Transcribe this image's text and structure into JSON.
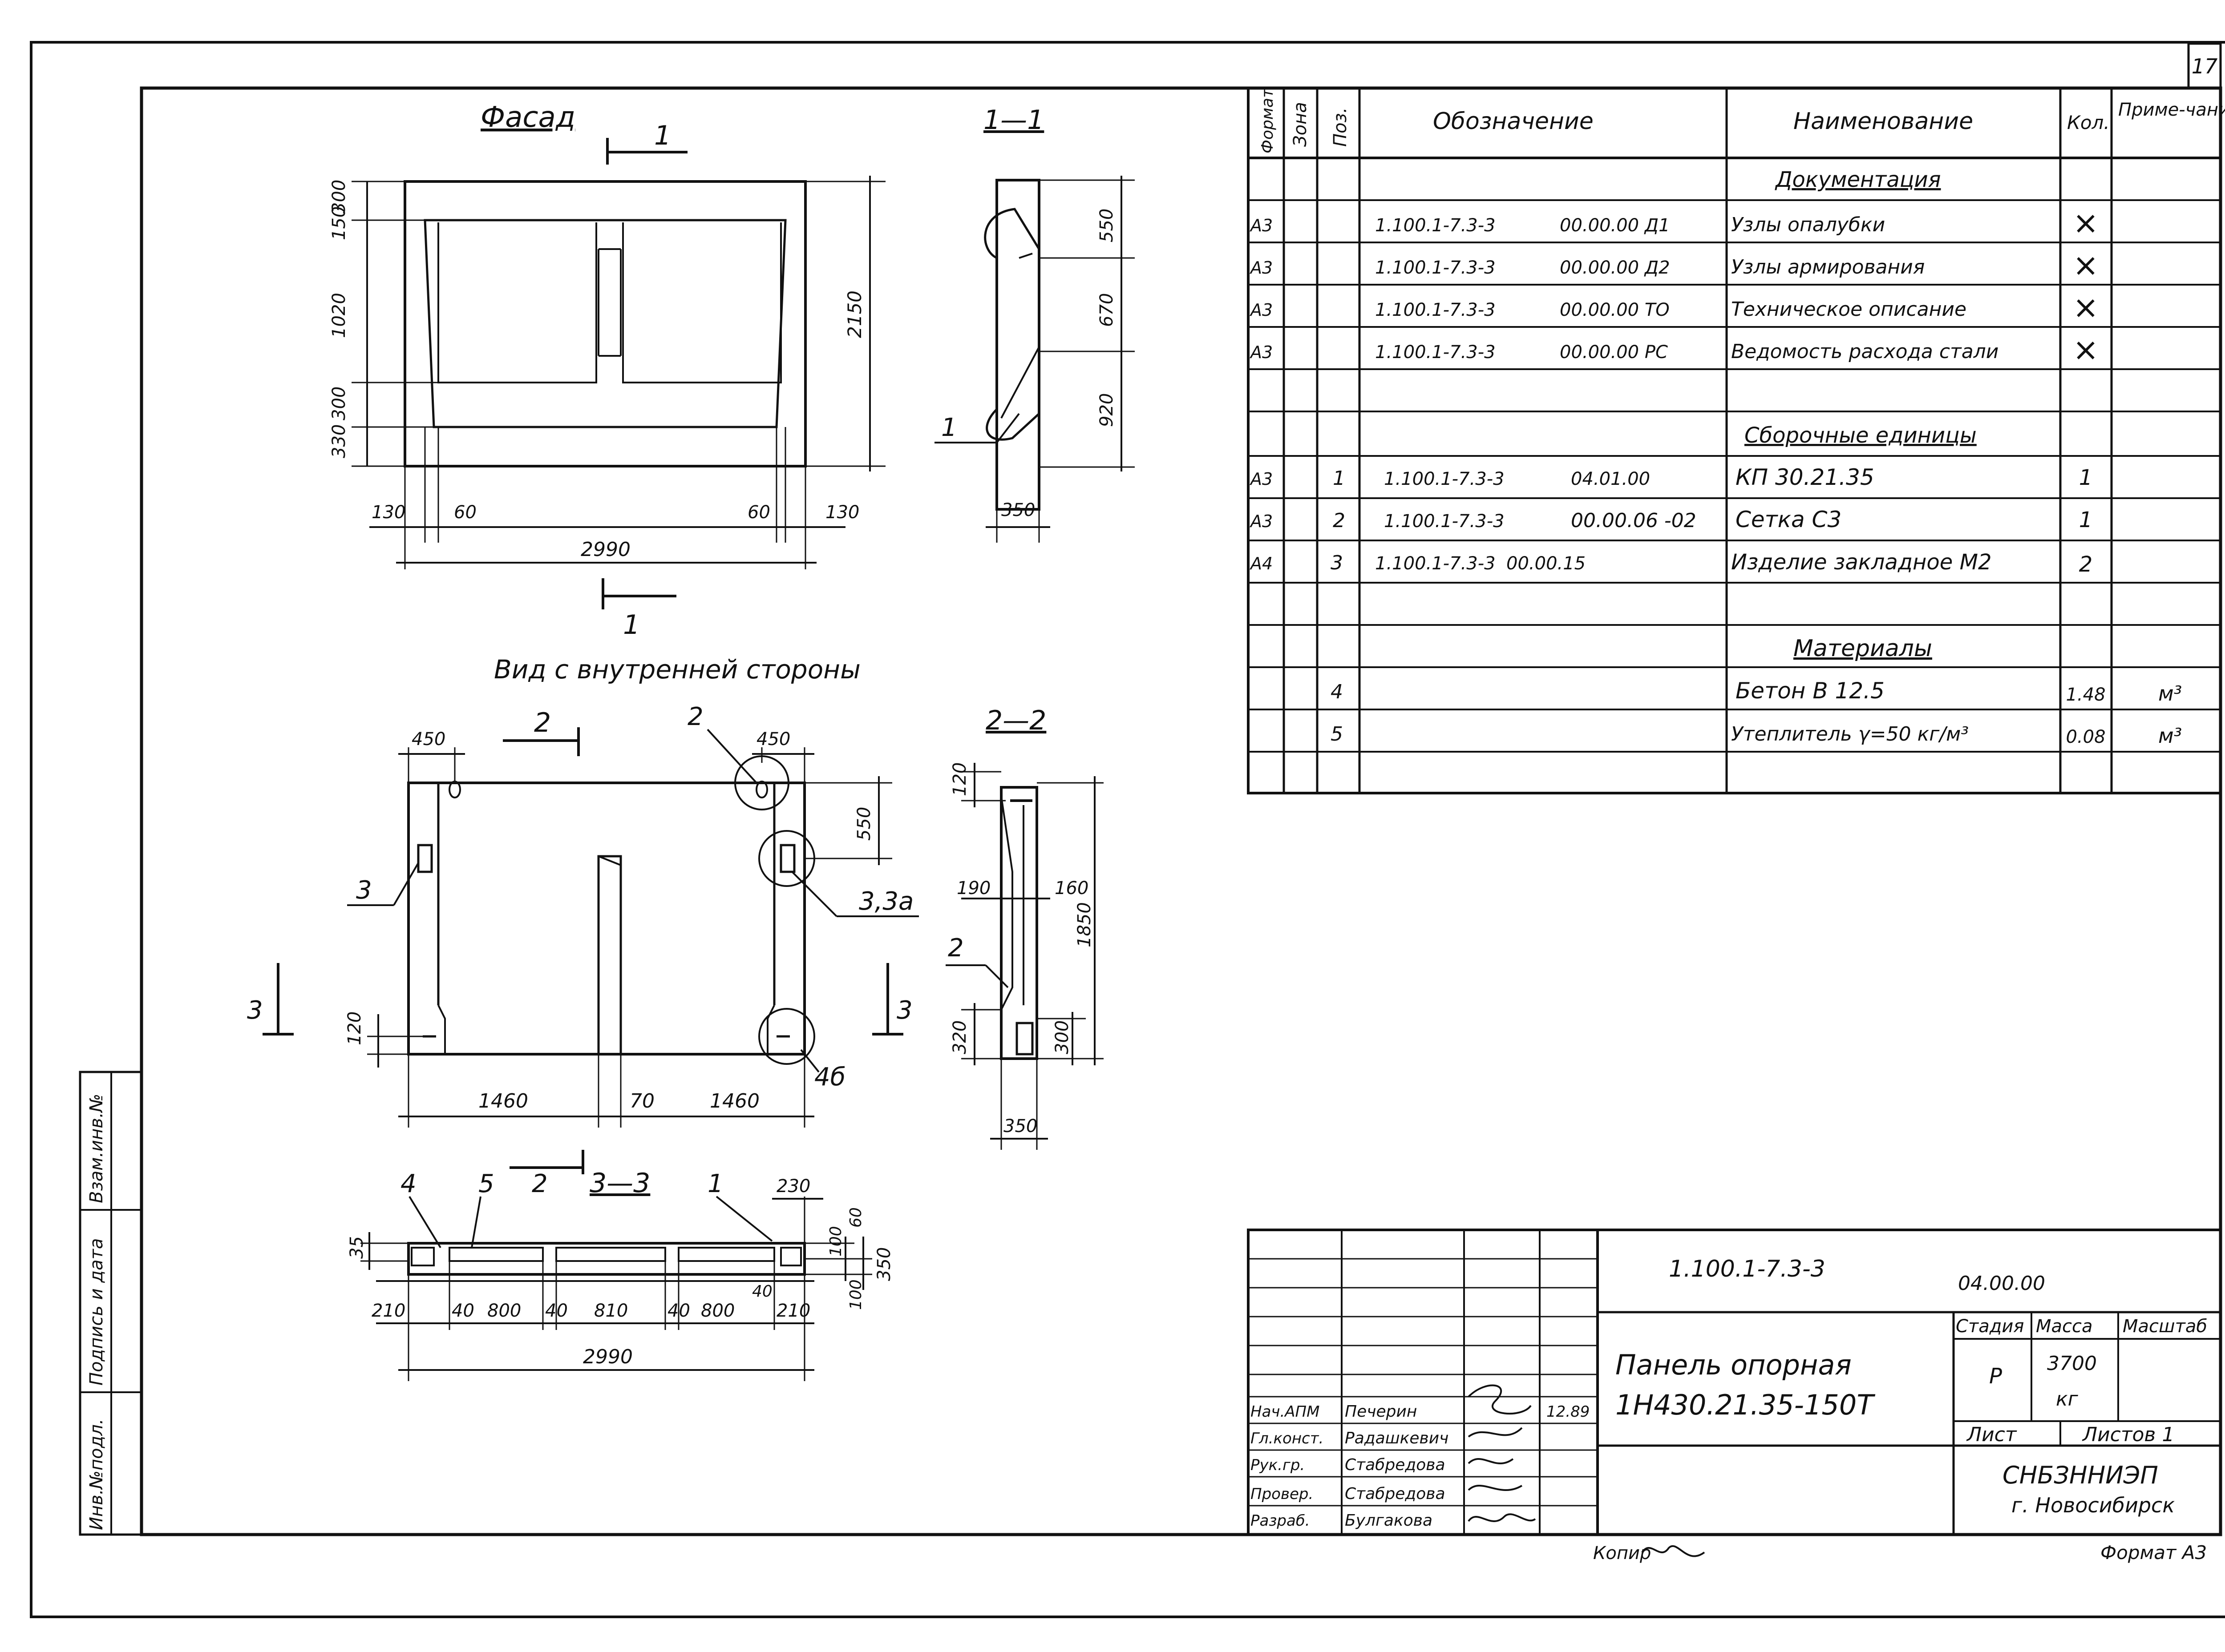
{
  "page_number": "17",
  "views": {
    "facade": {
      "title": "Фасад",
      "section_mark": "1",
      "dims_left": [
        "300",
        "150",
        "1020",
        "300",
        "330"
      ],
      "dim_height": "2150",
      "dims_bottom_left": [
        "130",
        "60"
      ],
      "dims_bottom_right": [
        "60",
        "130"
      ],
      "dim_width": "2990"
    },
    "section_1": {
      "title": "1—1",
      "dims_right": [
        "550",
        "670",
        "920"
      ],
      "dim_bottom": "350",
      "callout": "1"
    },
    "inner_view": {
      "title": "Вид с внутренней стороны",
      "dims_top": [
        "450",
        "450"
      ],
      "section_mark_top": "2",
      "section_mark_side": "3",
      "callouts": [
        "2",
        "3",
        "3,3а",
        "4б"
      ],
      "dim_right": "550",
      "dim_left_bottom": "120",
      "dims_bottom": [
        "1460",
        "70",
        "1460"
      ]
    },
    "section_2": {
      "title": "2—2",
      "dims": [
        "120",
        "190",
        "160",
        "1850",
        "320",
        "300",
        "350"
      ],
      "callout": "2"
    },
    "section_3": {
      "title": "3—3",
      "section_mark": "2",
      "callouts": [
        "4",
        "5",
        "1"
      ],
      "dims_top": [
        "230",
        "60"
      ],
      "dims_right": [
        "100",
        "350",
        "100"
      ],
      "dim_left": "35",
      "dims_bottom": [
        "210",
        "40",
        "800",
        "40",
        "810",
        "40",
        "800",
        "40",
        "210"
      ],
      "dim_total": "2990"
    }
  },
  "spec": {
    "headers": [
      "Формат",
      "Зона",
      "Поз.",
      "Обозначение",
      "Наименование",
      "Кол.",
      "Приме-чание."
    ],
    "rows": [
      {
        "type": "section",
        "name": "Документация"
      },
      {
        "format": "А3",
        "pos": "",
        "code": "1.100.1-7.3-3",
        "code2": "00.00.00 Д1",
        "name": "Узлы опалубки",
        "qty": "×",
        "note": ""
      },
      {
        "format": "А3",
        "pos": "",
        "code": "1.100.1-7.3-3",
        "code2": "00.00.00 Д2",
        "name": "Узлы армирования",
        "qty": "×",
        "note": ""
      },
      {
        "format": "А3",
        "pos": "",
        "code": "1.100.1-7.3-3",
        "code2": "00.00.00 ТО",
        "name": "Техническое описание",
        "qty": "×",
        "note": ""
      },
      {
        "format": "А3",
        "pos": "",
        "code": "1.100.1-7.3-3",
        "code2": "00.00.00 РС",
        "name": "Ведомость расхода стали",
        "qty": "×",
        "note": ""
      },
      {
        "type": "blank"
      },
      {
        "type": "section",
        "name": "Сборочные единицы"
      },
      {
        "format": "А3",
        "pos": "1",
        "code": "1.100.1-7.3-3",
        "code2": "04.01.00",
        "name": "КП 30.21.35",
        "qty": "1",
        "note": ""
      },
      {
        "format": "А3",
        "pos": "2",
        "code": "1.100.1-7.3-3",
        "code2": "00.00.06 -02",
        "name": "Сетка С3",
        "qty": "1",
        "note": ""
      },
      {
        "format": "А4",
        "pos": "3",
        "code": "1.100.1-7.3-3",
        "code2": "00.00.15",
        "name": "Изделие закладное М2",
        "qty": "2",
        "note": ""
      },
      {
        "type": "blank"
      },
      {
        "type": "section",
        "name": "Материалы"
      },
      {
        "format": "",
        "pos": "4",
        "code": "",
        "code2": "",
        "name": "Бетон В 12.5",
        "qty": "1.48",
        "note": "м³"
      },
      {
        "format": "",
        "pos": "5",
        "code": "",
        "code2": "",
        "name": "Утеплитель γ=50 кг/м³",
        "qty": "0.08",
        "note": "м³"
      },
      {
        "type": "blank"
      }
    ]
  },
  "title_block": {
    "designation": "1.100.1-7.3-3",
    "code": "04.00.00",
    "title_line1": "Панель опорная",
    "title_line2": "1Н430.21.35-150Т",
    "stage_label": "Стадия",
    "mass_label": "Масса",
    "scale_label": "Масштаб",
    "stage": "Р",
    "mass": "3700",
    "mass_unit": "кг",
    "sheet_label": "Лист",
    "sheets_label": "Листов 1",
    "org_line1": "СНБЗННИЭП",
    "org_line2": "г. Новосибирск",
    "date": "12.89",
    "signatures": [
      {
        "role": "Нач.АПМ",
        "name": "Печерин"
      },
      {
        "role": "Гл.конст.",
        "name": "Радашкевич"
      },
      {
        "role": "Рук.гр.",
        "name": "Стабредова"
      },
      {
        "role": "Провер.",
        "name": "Стабредова"
      },
      {
        "role": "Разраб.",
        "name": "Булгакова"
      }
    ],
    "copied": "Копир",
    "format": "Формат А3"
  },
  "side_stamp": [
    "Инв.№подл.",
    "Подпись и дата",
    "Взам.инв.№"
  ]
}
